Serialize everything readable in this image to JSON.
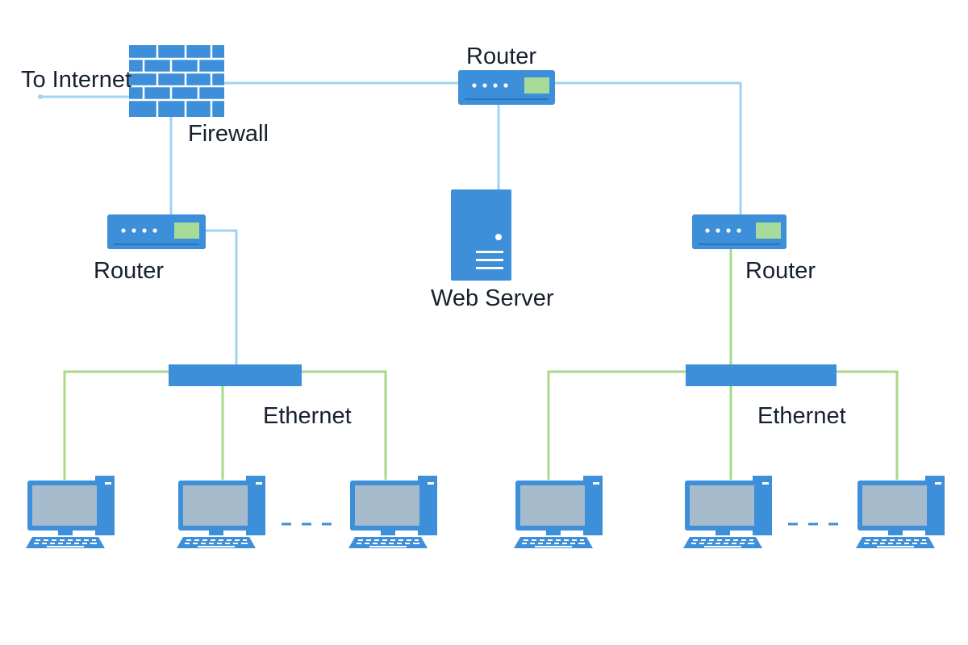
{
  "labels": {
    "to_internet": "To Internet",
    "firewall": "Firewall",
    "router_top": "Router",
    "router_left": "Router",
    "router_right": "Router",
    "web_server": "Web Server",
    "ethernet_left": "Ethernet",
    "ethernet_right": "Ethernet"
  },
  "colors": {
    "device": "#3d8fd9",
    "device_dark": "#2a73bd",
    "uplink": "#9fd3f2",
    "ethernet": "#a7d98a",
    "status_led": "#a7db9a",
    "screen": "#a6bccd",
    "label": "#16202e"
  },
  "icons": [
    "firewall-icon",
    "router-icon",
    "server-icon",
    "switch-icon",
    "desktop-computer-icon"
  ]
}
